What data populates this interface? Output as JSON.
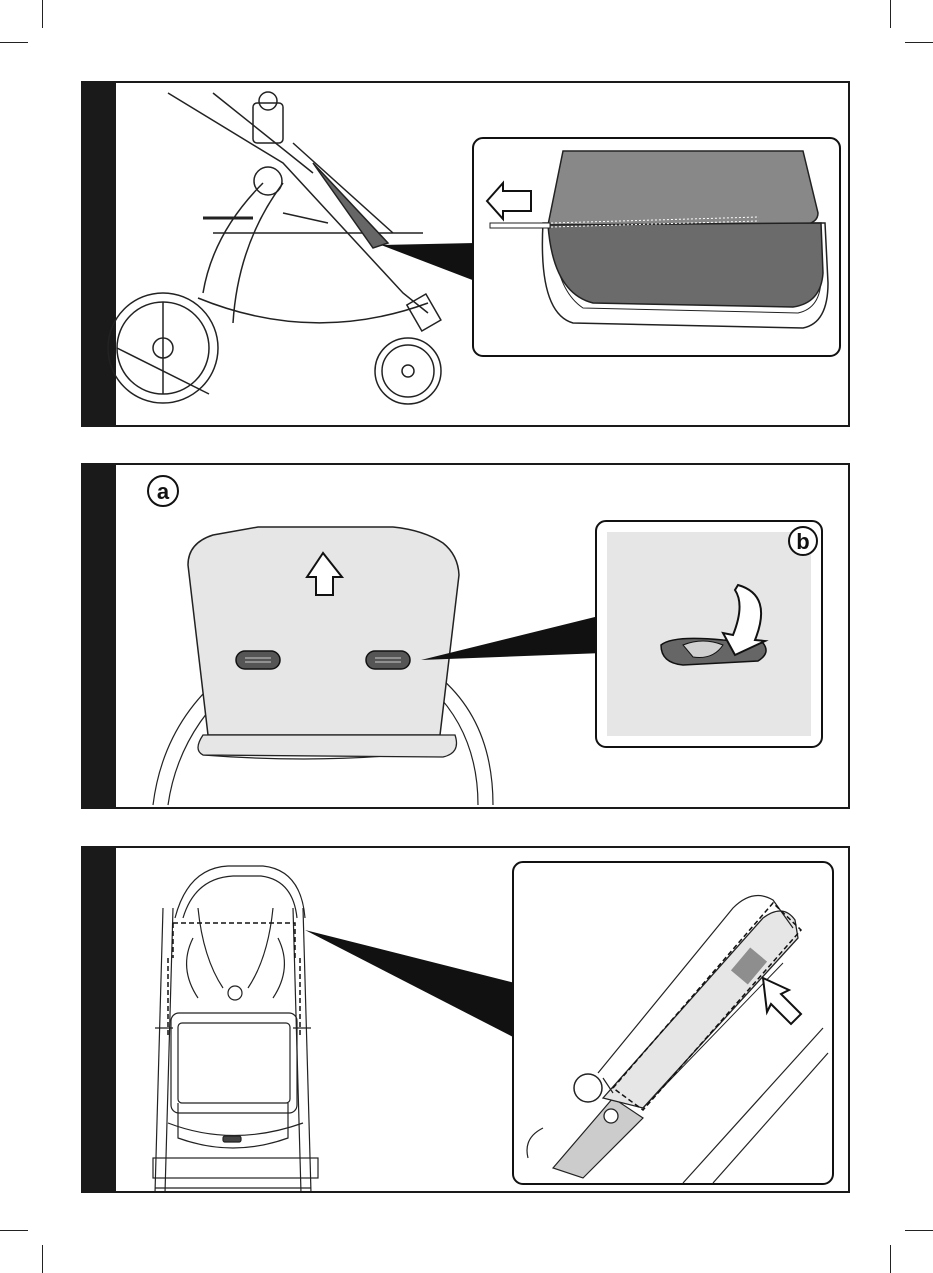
{
  "panels": [
    {
      "id": "step-1",
      "callout": null
    },
    {
      "id": "step-2",
      "label_a": "a",
      "label_b": "b"
    },
    {
      "id": "step-3",
      "callout": null
    }
  ]
}
